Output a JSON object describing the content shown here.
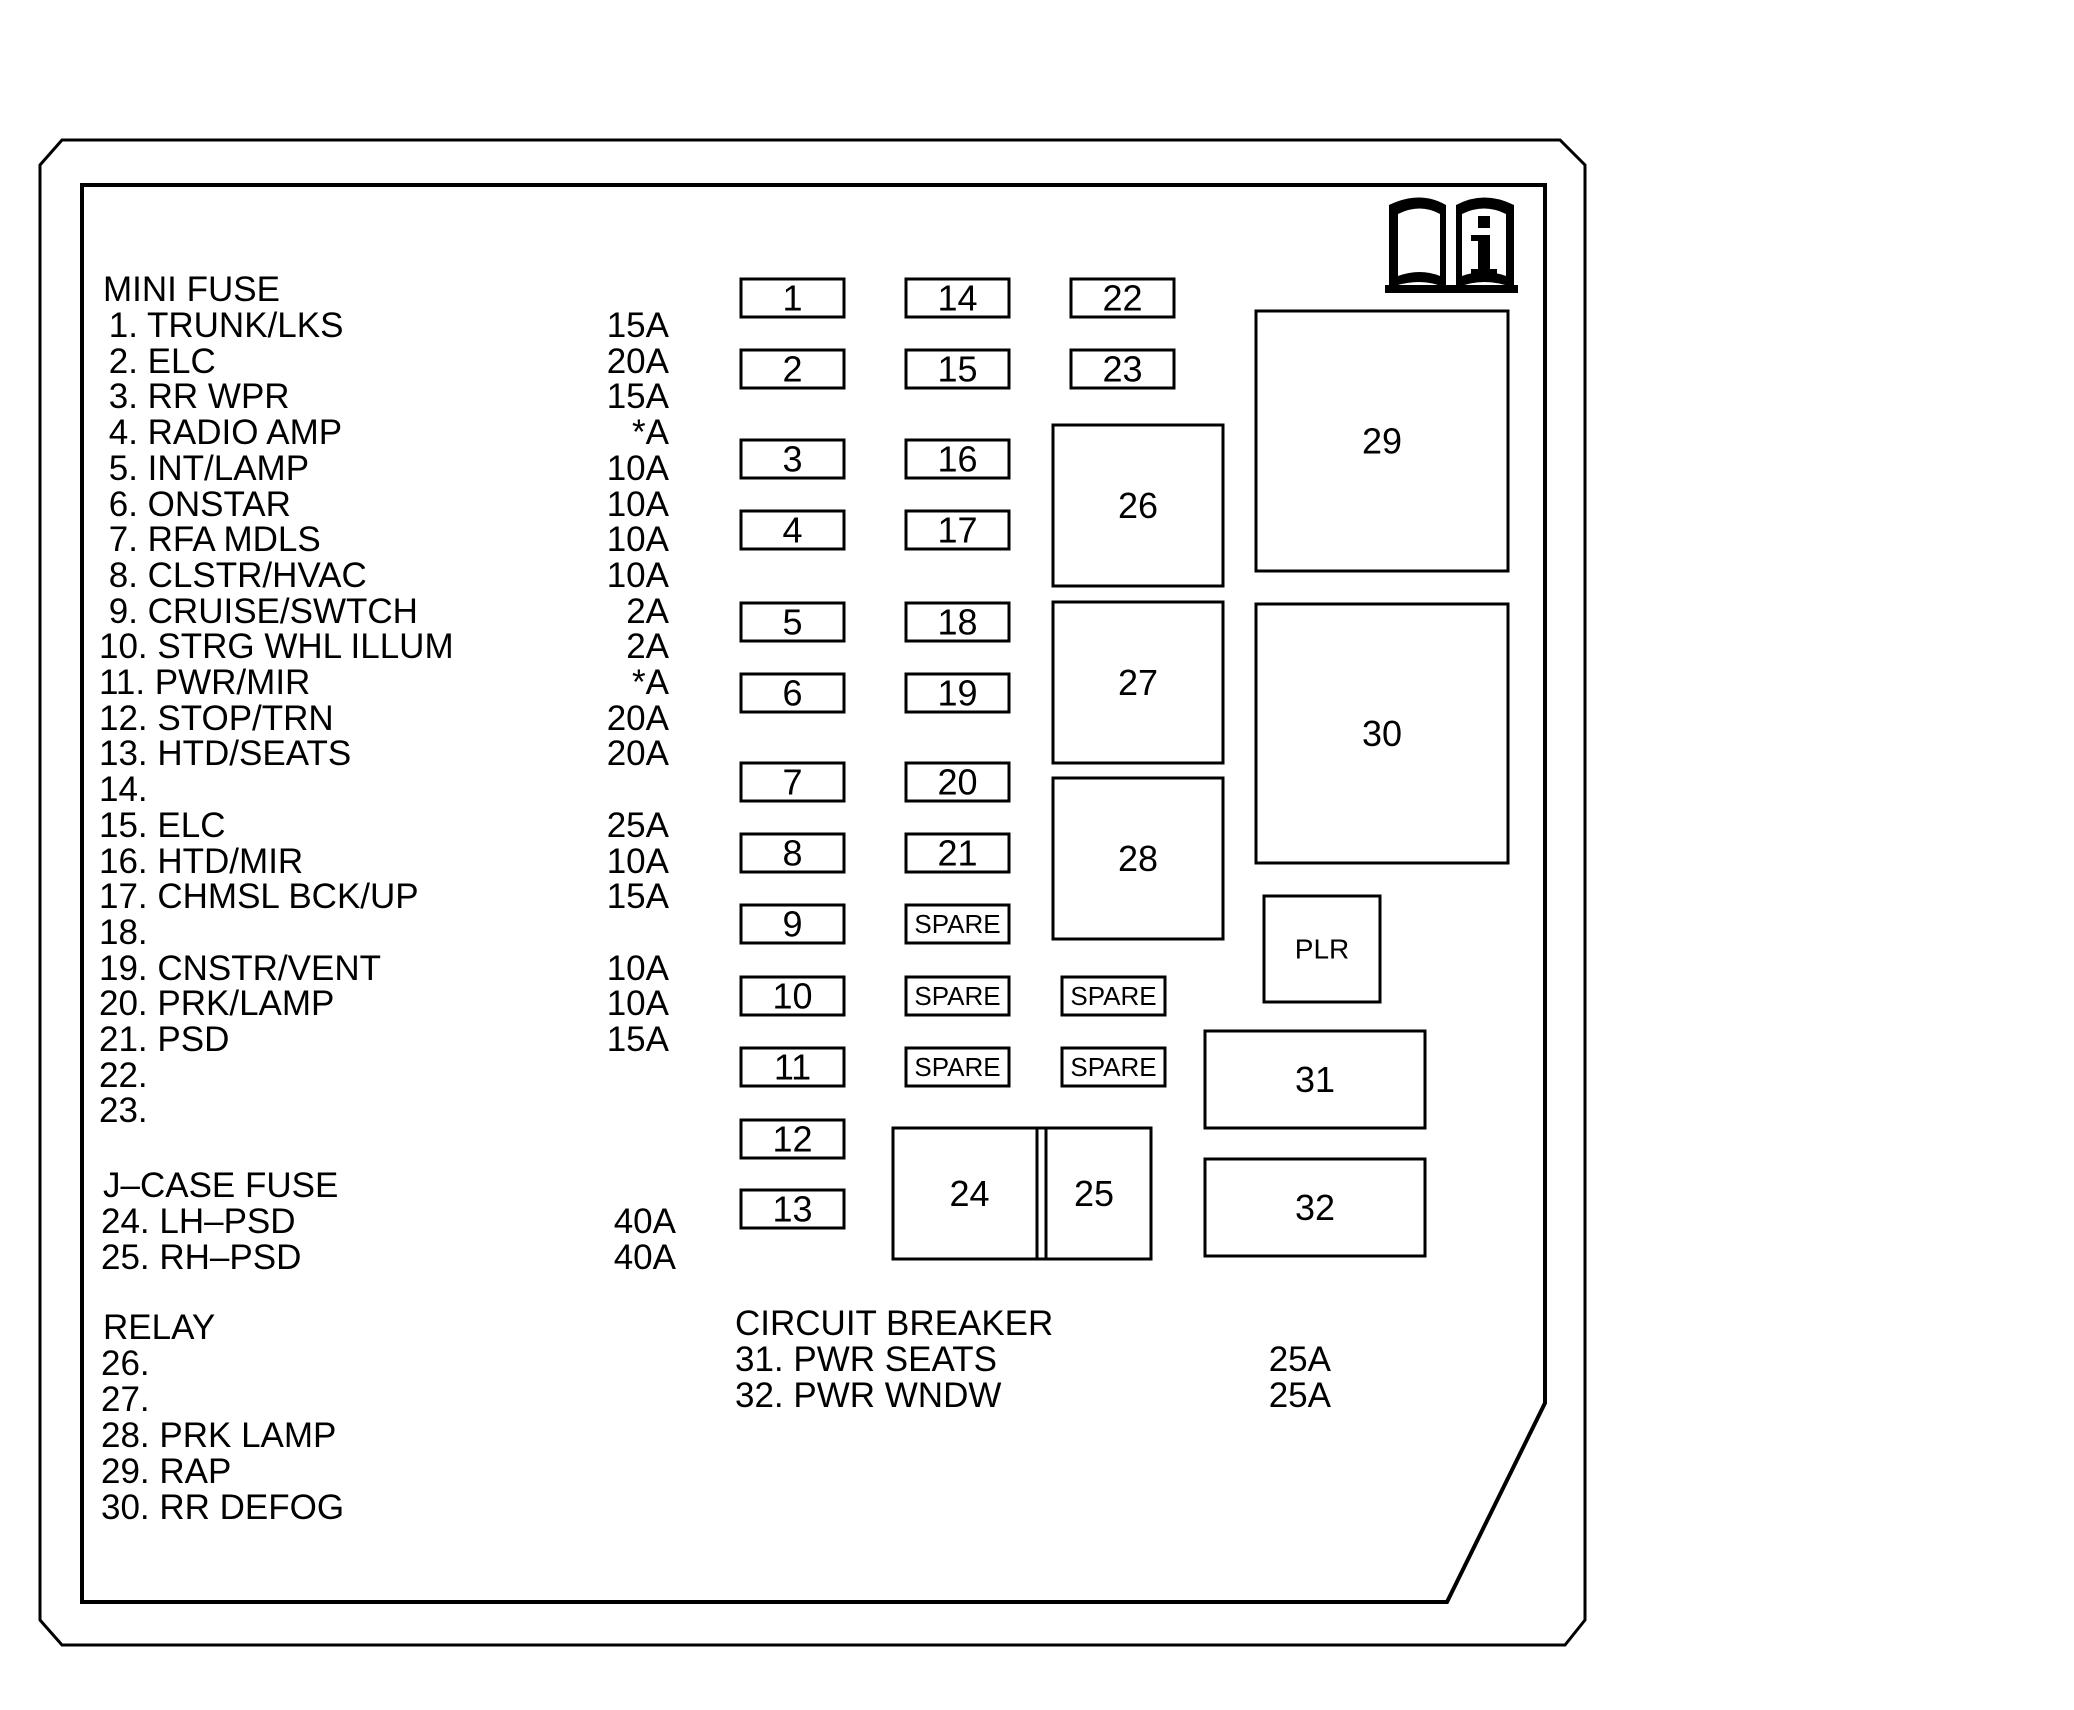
{
  "diagram": {
    "boxes": [
      {
        "id": "f1",
        "label": "1"
      },
      {
        "id": "f2",
        "label": "2"
      },
      {
        "id": "f3",
        "label": "3"
      },
      {
        "id": "f4",
        "label": "4"
      },
      {
        "id": "f5",
        "label": "5"
      },
      {
        "id": "f6",
        "label": "6"
      },
      {
        "id": "f7",
        "label": "7"
      },
      {
        "id": "f8",
        "label": "8"
      },
      {
        "id": "f9",
        "label": "9"
      },
      {
        "id": "f10",
        "label": "10"
      },
      {
        "id": "f11",
        "label": "11"
      },
      {
        "id": "f12",
        "label": "12"
      },
      {
        "id": "f13",
        "label": "13"
      },
      {
        "id": "f14",
        "label": "14"
      },
      {
        "id": "f15",
        "label": "15"
      },
      {
        "id": "f16",
        "label": "16"
      },
      {
        "id": "f17",
        "label": "17"
      },
      {
        "id": "f18",
        "label": "18"
      },
      {
        "id": "f19",
        "label": "19"
      },
      {
        "id": "f20",
        "label": "20"
      },
      {
        "id": "f21",
        "label": "21"
      },
      {
        "id": "spare1",
        "label": "SPARE"
      },
      {
        "id": "spare2",
        "label": "SPARE"
      },
      {
        "id": "spare3",
        "label": "SPARE"
      },
      {
        "id": "spare4",
        "label": "SPARE"
      },
      {
        "id": "spare5",
        "label": "SPARE"
      },
      {
        "id": "f22",
        "label": "22"
      },
      {
        "id": "f23",
        "label": "23"
      },
      {
        "id": "r26",
        "label": "26"
      },
      {
        "id": "r27",
        "label": "27"
      },
      {
        "id": "r28",
        "label": "28"
      },
      {
        "id": "r29",
        "label": "29"
      },
      {
        "id": "r30",
        "label": "30"
      },
      {
        "id": "plr",
        "label": "PLR"
      },
      {
        "id": "cb31",
        "label": "31"
      },
      {
        "id": "cb32",
        "label": "32"
      },
      {
        "id": "j24",
        "label": "24"
      },
      {
        "id": "j25",
        "label": "25"
      }
    ],
    "icon": "info-book-icon"
  },
  "mini_fuse": {
    "title": "MINI FUSE",
    "items": [
      {
        "label": " 1. TRUNK/LKS",
        "amp": "15A"
      },
      {
        "label": " 2. ELC",
        "amp": "20A"
      },
      {
        "label": " 3. RR WPR",
        "amp": "15A"
      },
      {
        "label": " 4. RADIO AMP",
        "amp": "*A"
      },
      {
        "label": " 5. INT/LAMP",
        "amp": "10A"
      },
      {
        "label": " 6. ONSTAR",
        "amp": "10A"
      },
      {
        "label": " 7. RFA MDLS",
        "amp": "10A"
      },
      {
        "label": " 8. CLSTR/HVAC",
        "amp": "10A"
      },
      {
        "label": " 9. CRUISE/SWTCH",
        "amp": "2A"
      },
      {
        "label": "10. STRG WHL ILLUM",
        "amp": "2A"
      },
      {
        "label": "11. PWR/MIR",
        "amp": "*A"
      },
      {
        "label": "12. STOP/TRN",
        "amp": "20A"
      },
      {
        "label": "13. HTD/SEATS",
        "amp": "20A"
      },
      {
        "label": "14.",
        "amp": ""
      },
      {
        "label": "15. ELC",
        "amp": "25A"
      },
      {
        "label": "16. HTD/MIR",
        "amp": "10A"
      },
      {
        "label": "17. CHMSL BCK/UP",
        "amp": "15A"
      },
      {
        "label": "18.",
        "amp": ""
      },
      {
        "label": "19. CNSTR/VENT",
        "amp": "10A"
      },
      {
        "label": "20. PRK/LAMP",
        "amp": "10A"
      },
      {
        "label": "21. PSD",
        "amp": "15A"
      },
      {
        "label": "22.",
        "amp": ""
      },
      {
        "label": "23.",
        "amp": ""
      }
    ]
  },
  "j_case_fuse": {
    "title": "J–CASE FUSE",
    "items": [
      {
        "label": "24. LH–PSD",
        "amp": "40A"
      },
      {
        "label": "25. RH–PSD",
        "amp": "40A"
      }
    ]
  },
  "relay": {
    "title": "RELAY",
    "items": [
      {
        "label": "26."
      },
      {
        "label": "27."
      },
      {
        "label": "28. PRK LAMP"
      },
      {
        "label": "29. RAP"
      },
      {
        "label": "30. RR DEFOG"
      }
    ]
  },
  "circuit_breaker": {
    "title": "CIRCUIT BREAKER",
    "items": [
      {
        "label": "31. PWR SEATS",
        "amp": "25A"
      },
      {
        "label": "32. PWR WNDW",
        "amp": "25A"
      }
    ]
  }
}
